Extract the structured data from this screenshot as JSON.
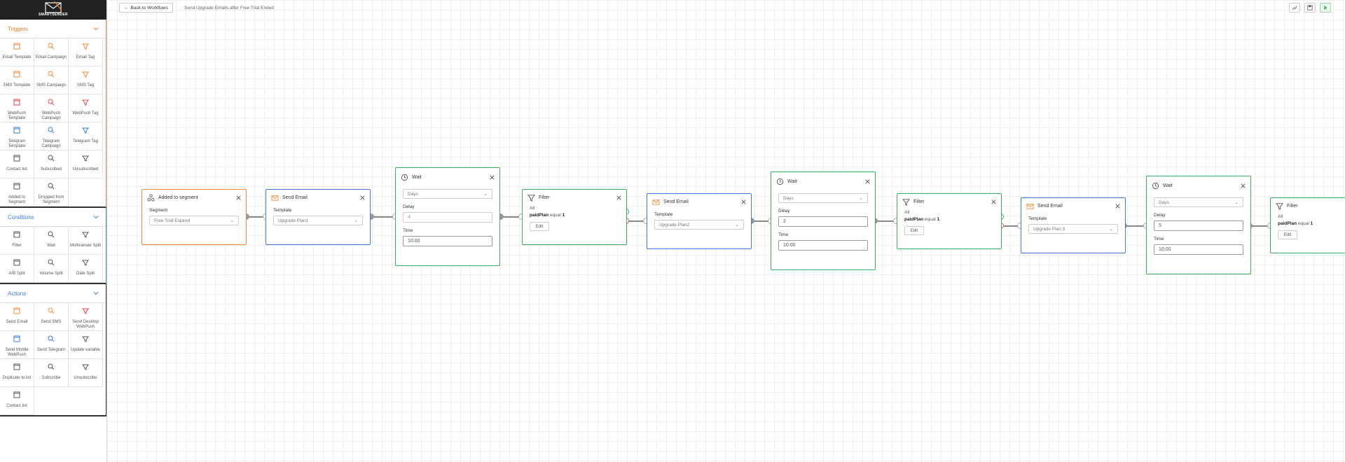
{
  "app": {
    "brand": "SMARTSENDER"
  },
  "topbar": {
    "back_label": "Back to Workflows",
    "workflow_title": "Send Upgrade Emails after Free Trial Ended"
  },
  "sidebar": {
    "triggers": {
      "title": "Triggers",
      "items": [
        "Email Template",
        "Email Campaign",
        "Email Tag",
        "SMS Template",
        "SMS Campaign",
        "SMS Tag",
        "WebPush Template",
        "WebPush Campaign",
        "WebPush Tag",
        "Telegram Template",
        "Telegram Campaign",
        "Telegram Tag",
        "Contact list",
        "Subscribed",
        "Unsubscribed",
        "Added to Segment",
        "Dropped from Segment"
      ]
    },
    "conditions": {
      "title": "Conditions",
      "items": [
        "Filter",
        "Wait",
        "Multivariate Split",
        "A/B Split",
        "Volume Split",
        "Date Split"
      ]
    },
    "actions": {
      "title": "Actions",
      "items": [
        "Send Email",
        "Send SMS",
        "Send Desktop WebPush",
        "Send Mobile WebPush",
        "Send Telegram",
        "Update variable",
        "Duplicate to list",
        "Subscribe",
        "Unsubscribe",
        "Contact list"
      ]
    }
  },
  "nodes": {
    "n1": {
      "title": "Added to segment",
      "field": "Segment",
      "value": "Free Trial Expired"
    },
    "n2": {
      "title": "Send Email",
      "field": "Template",
      "value": "Upgrade Plan1"
    },
    "n3": {
      "title": "Wait",
      "unit": "Days",
      "delay_label": "Delay",
      "delay": "4",
      "time_label": "Time",
      "time": "10:00"
    },
    "n4": {
      "title": "Filter",
      "line1": "All",
      "var": "paidPlan",
      "op": "equal",
      "val": "1",
      "edit": "Edit"
    },
    "n5": {
      "title": "Send Email",
      "field": "Template",
      "value": "Upgrade Plan2"
    },
    "n6": {
      "title": "Wait",
      "unit": "Days",
      "delay_label": "Delay",
      "delay": "2",
      "time_label": "Time",
      "time": "10:00"
    },
    "n7": {
      "title": "Filter",
      "line1": "All",
      "var": "paidPlan",
      "op": "equal",
      "val": "1",
      "edit": "Edit"
    },
    "n8": {
      "title": "Send Email",
      "field": "Template",
      "value": "Upgrade Plan 3"
    },
    "n9": {
      "title": "Wait",
      "unit": "Days",
      "delay_label": "Delay",
      "delay": "5",
      "time_label": "Time",
      "time": "10:00"
    },
    "n10": {
      "title": "Filter",
      "line1": "All",
      "var": "paidPlan",
      "op": "equal",
      "val": "1",
      "edit": "Edit"
    }
  },
  "colors": {
    "trigger": "#f08a3c",
    "action": "#3a7bd5",
    "condition": "#3aae5e"
  }
}
